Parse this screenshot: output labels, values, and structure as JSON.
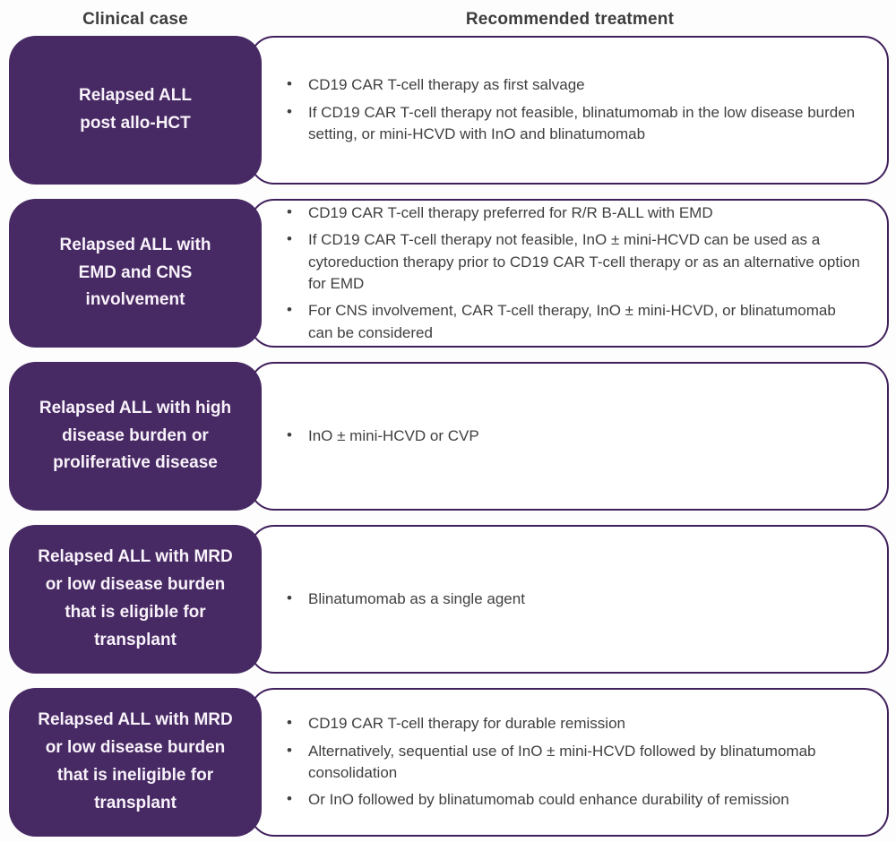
{
  "header": {
    "clinical_case": "Clinical case",
    "recommended_treatment": "Recommended treatment"
  },
  "colors": {
    "case_fill": "#472963",
    "case_text": "#F8F2FA",
    "treatment_border": "#40205C",
    "body_text": "#3F3F3F",
    "header_text": "#3D3D3D",
    "background": "#FDFDFD"
  },
  "bullet_char": "•",
  "rows": [
    {
      "case_lines": [
        "Relapsed ALL",
        "post allo-HCT"
      ],
      "bullets": [
        "CD19 CAR T-cell therapy as first salvage",
        "If CD19 CAR T-cell therapy not feasible, blinatumomab in the low disease burden setting, or mini-HCVD with InO and blinatumomab"
      ]
    },
    {
      "case_lines": [
        "Relapsed ALL with",
        "EMD and CNS",
        "involvement"
      ],
      "bullets": [
        "CD19 CAR T-cell therapy preferred for R/R B-ALL with EMD",
        "If CD19 CAR T-cell therapy not feasible, InO ± mini-HCVD can be used as a cytoreduction therapy prior to CD19 CAR T-cell therapy or as an alternative option for EMD",
        "For CNS involvement, CAR T-cell therapy, InO ± mini-HCVD, or blinatumomab can be considered"
      ]
    },
    {
      "case_lines": [
        "Relapsed ALL with high",
        "disease burden or",
        "proliferative disease"
      ],
      "bullets": [
        "InO ± mini-HCVD or CVP"
      ]
    },
    {
      "case_lines": [
        "Relapsed ALL with MRD",
        "or low disease burden",
        "that is eligible for",
        "transplant"
      ],
      "bullets": [
        "Blinatumomab as a single agent"
      ]
    },
    {
      "case_lines": [
        "Relapsed ALL with MRD",
        "or low disease burden",
        "that is ineligible for",
        "transplant"
      ],
      "bullets": [
        "CD19 CAR T-cell therapy for durable remission",
        "Alternatively, sequential use of InO ± mini-HCVD followed by blinatumomab consolidation",
        "Or InO followed by blinatumomab could enhance durability of remission"
      ]
    }
  ]
}
